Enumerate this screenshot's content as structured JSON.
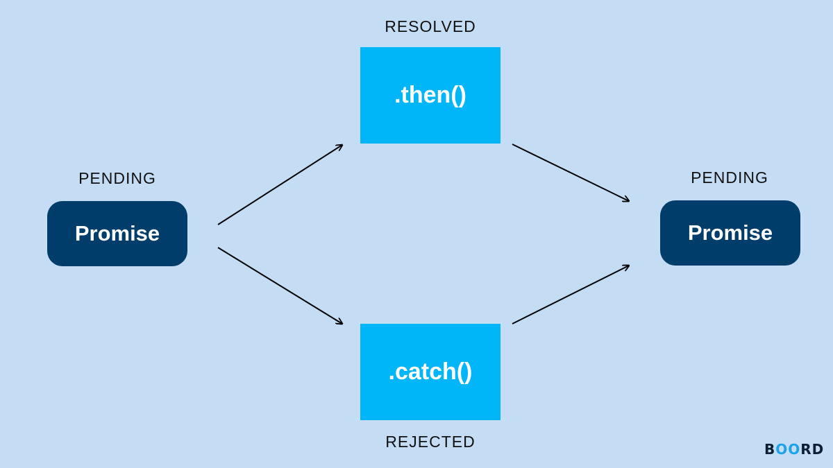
{
  "states": {
    "resolved": "RESOLVED",
    "rejected": "REJECTED",
    "pending_left": "PENDING",
    "pending_right": "PENDING"
  },
  "nodes": {
    "promise_left": "Promise",
    "promise_right": "Promise",
    "then": ".then()",
    "catch": ".catch()"
  },
  "logo": {
    "start": "B",
    "middle": "OO",
    "end": "RD"
  },
  "colors": {
    "background": "#c5dcf5",
    "promise": "#003d6b",
    "method": "#00b6f8",
    "arrow": "#000000"
  }
}
